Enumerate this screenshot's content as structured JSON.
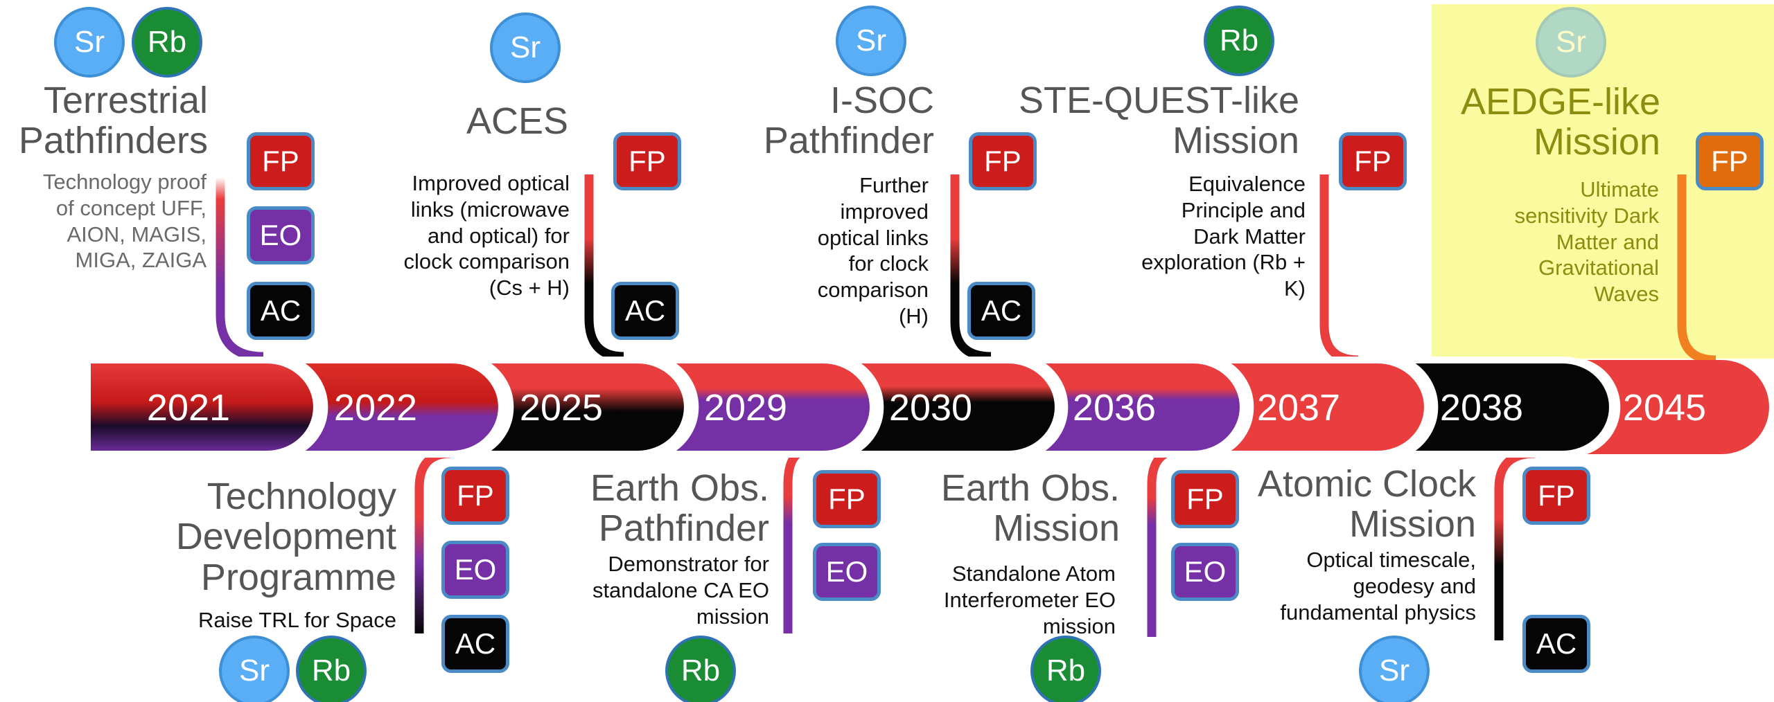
{
  "years": [
    "2021",
    "2022",
    "2025",
    "2029",
    "2030",
    "2036",
    "2037",
    "2038",
    "2045"
  ],
  "colors": {
    "fp": "#cc1c1c",
    "eo": "#7530a6",
    "ac": "#050505",
    "sr": "#5aaef5",
    "rb": "#1a8c33",
    "highlight": "#fafa9e",
    "red": "#ea3d3d"
  },
  "badges": {
    "sr": "Sr",
    "rb": "Rb",
    "fp": "FP",
    "eo": "EO",
    "ac": "AC"
  },
  "milestones": {
    "terrestrial": {
      "title": "Terrestrial Pathfinders",
      "desc": "Technology proof of concept UFF, AION, MAGIS, MIGA, ZAIGA"
    },
    "aces": {
      "title": "ACES",
      "desc": "Improved optical links (microwave and optical) for clock comparison (Cs + H)"
    },
    "isoc": {
      "title": "I-SOC Pathfinder",
      "desc": "Further improved optical links for clock comparison (H)"
    },
    "stequest": {
      "title": "STE-QUEST-like Mission",
      "desc": "Equivalence Principle and Dark Matter exploration (Rb + K)"
    },
    "aedge": {
      "title": "AEDGE-like Mission",
      "desc": "Ultimate sensitivity Dark Matter and Gravitational Waves"
    },
    "techdev": {
      "title": "Technology Development Programme",
      "desc": "Raise TRL for Space"
    },
    "eopath": {
      "title": "Earth Obs. Pathfinder",
      "desc": "Demonstrator for standalone CA EO mission"
    },
    "eomission": {
      "title": "Earth Obs. Mission",
      "desc": "Standalone Atom Interferometer EO mission"
    },
    "clock": {
      "title": "Atomic Clock Mission",
      "desc": "Optical timescale, geodesy and fundamental physics"
    }
  }
}
